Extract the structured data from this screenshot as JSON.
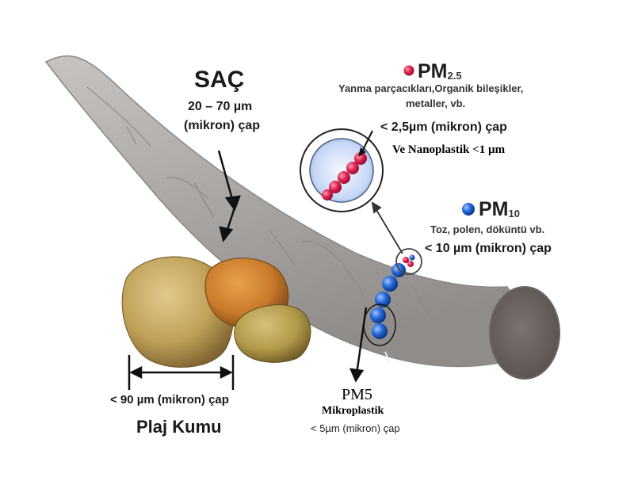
{
  "hair": {
    "title": "SAÇ",
    "size": "20 – 70 µm",
    "unit": "(mikron) çap"
  },
  "pm25": {
    "title_main": "PM",
    "title_sub": "2.5",
    "desc_line1": "Yanma parçacıkları,Organik bileşikler,",
    "desc_line2": "metaller, vb.",
    "size": "< 2,5µm (mikron) çap",
    "extra": "Ve Nanoplastik <1 µm",
    "color": "#d61a4c"
  },
  "pm10": {
    "title_main": "PM",
    "title_sub": "10",
    "desc": "Toz, polen, döküntü vb.",
    "size": "< 10 µm (mikron) çap",
    "color": "#1e5fd0"
  },
  "pm5": {
    "title": "PM5",
    "subtitle": "Mikroplastik",
    "size": "< 5µm (mikron) çap"
  },
  "sand": {
    "size": "< 90 µm (mikron) çap",
    "title": "Plaj Kumu",
    "color": "#c8a45a"
  },
  "hair_color": "#a9a6a4"
}
